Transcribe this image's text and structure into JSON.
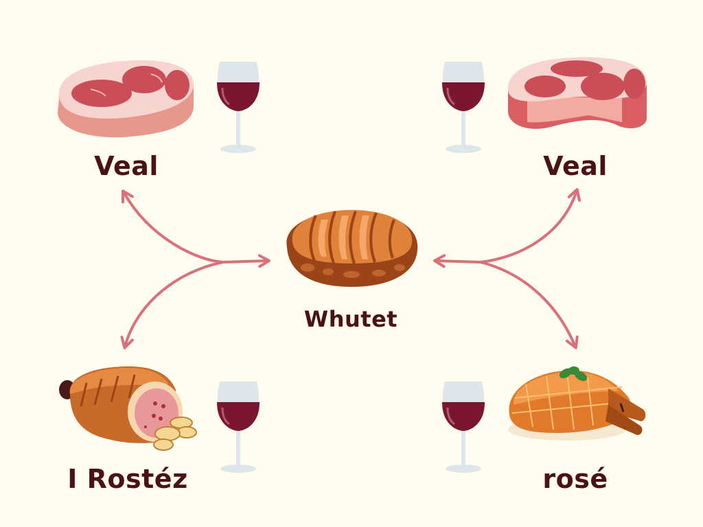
{
  "diagram": {
    "background": "#fffcf0",
    "label_color": "#4a1212",
    "arrow_color": "#d9707a",
    "center": {
      "label": "Whutet",
      "icon": "roast-meat-loaf-icon"
    },
    "nodes": [
      {
        "position": "top-left",
        "label": "Veal",
        "food_icon": "raw-veal-steak-icon",
        "wine_icon": "red-wine-glass-icon"
      },
      {
        "position": "top-right",
        "label": "Veal",
        "food_icon": "raw-veal-steak-icon",
        "wine_icon": "red-wine-glass-icon"
      },
      {
        "position": "bottom-left",
        "label": "I Rostéz",
        "food_icon": "roast-pork-roll-icon",
        "wine_icon": "red-wine-glass-icon"
      },
      {
        "position": "bottom-right",
        "label": "rosé",
        "food_icon": "roast-chicken-icon",
        "wine_icon": "red-wine-glass-icon"
      }
    ],
    "colors": {
      "wine": "#7a1630",
      "glass": "#dde6ea",
      "raw_meat": "#c9505a",
      "raw_meat_fat": "#f6d2cc",
      "roast": "#e0823a",
      "roast_dark": "#9a4418"
    }
  }
}
